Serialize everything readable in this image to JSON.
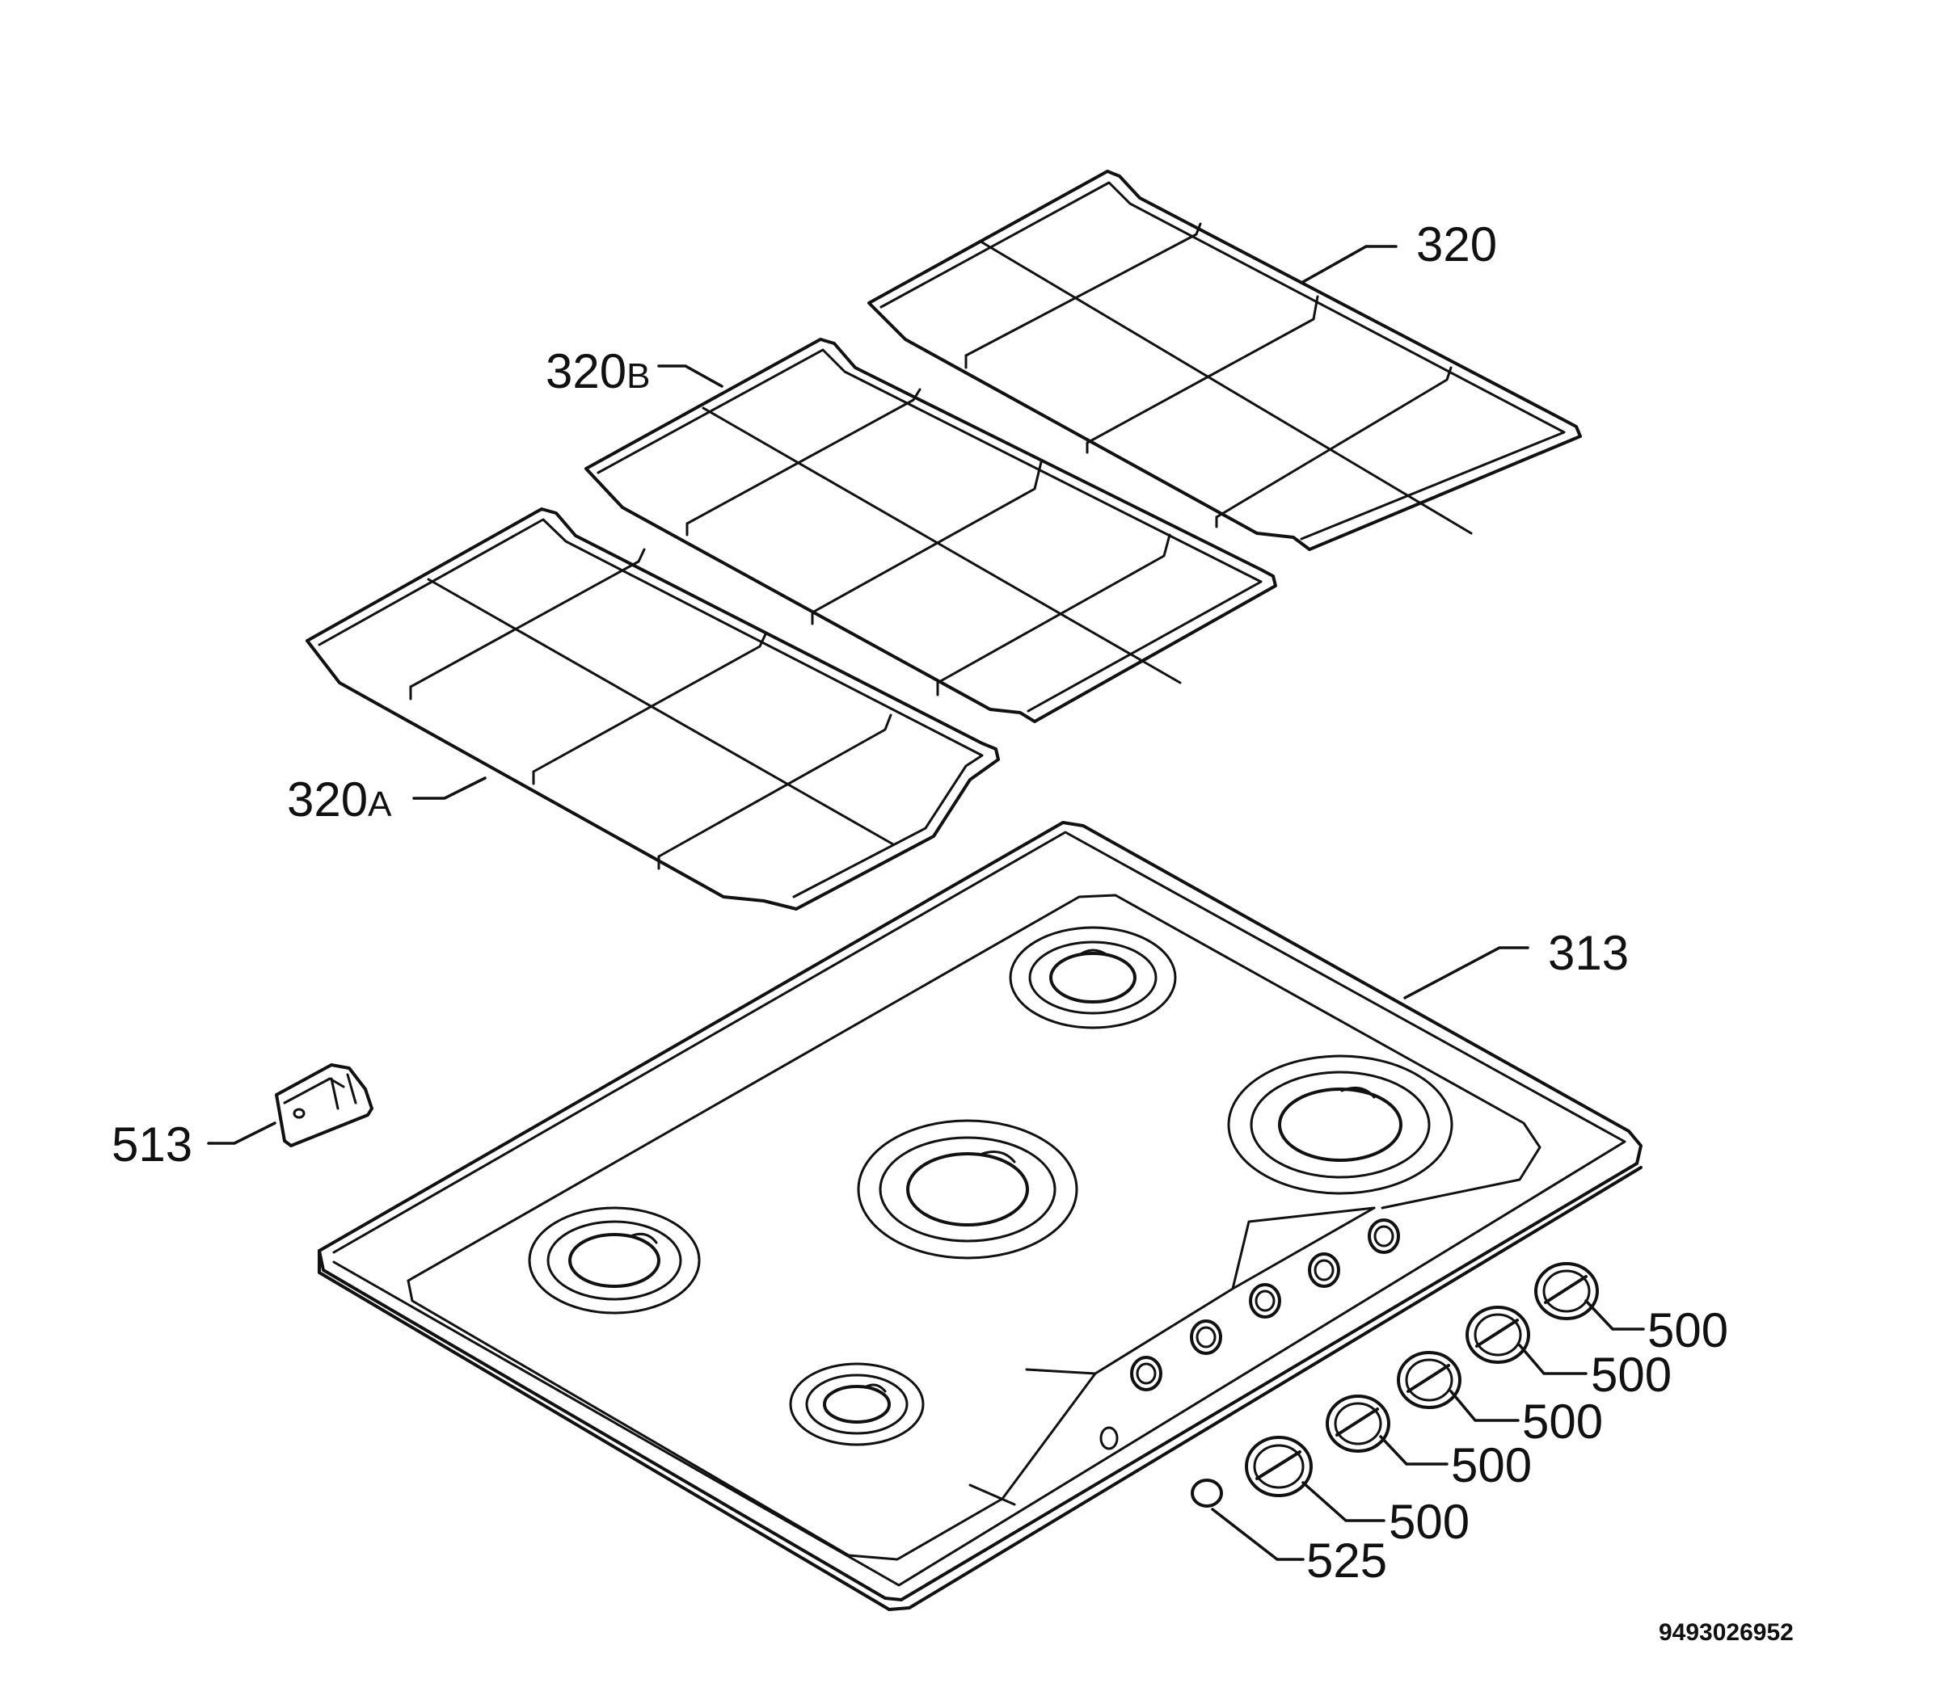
{
  "callouts": {
    "grid_320": "320",
    "grid_320b": "320",
    "grid_320b_suffix": "B",
    "grid_320a": "320",
    "grid_320a_suffix": "A",
    "hob_313": "313",
    "clip_513": "513",
    "knob_1": "500",
    "knob_2": "500",
    "knob_3": "500",
    "knob_4": "500",
    "knob_5": "500",
    "button_525": "525"
  },
  "document_number": "9493026952"
}
